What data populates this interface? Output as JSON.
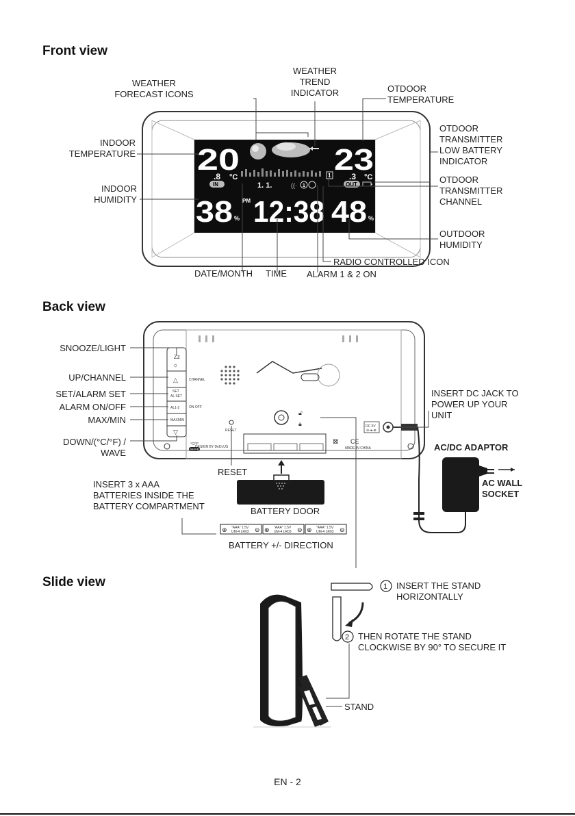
{
  "sections": {
    "front": "Front view",
    "back": "Back view",
    "slide": "Slide view"
  },
  "front_labels": {
    "forecast_icons": "WEATHER\nFORECAST ICONS",
    "trend_indicator": "WEATHER\nTREND\nINDICATOR",
    "outdoor_temp": "OTDOOR\nTEMPERATURE",
    "indoor_temp": "INDOOR\nTEMPERATURE",
    "low_battery": "OTDOOR\nTRANSMITTER\nLOW BATTERY\nINDICATOR",
    "indoor_humidity": "INDOOR\nHUMIDITY",
    "tx_channel": "OTDOOR\nTRANSMITTER\nCHANNEL",
    "outdoor_humidity": "OUTDOOR\nHUMIDITY",
    "radio_icon": "RADIO CONTROLLED ICON",
    "date_month": "DATE/MONTH",
    "time": "TIME",
    "alarm_on": "ALARM 1 & 2 ON"
  },
  "lcd": {
    "indoor_temp": "20",
    "indoor_temp_decimal": ".8",
    "outdoor_temp": "23",
    "outdoor_temp_decimal": ".3",
    "unit": "°C",
    "in_badge": "IN",
    "out_badge": "OUT",
    "indoor_humidity": "38",
    "outdoor_humidity": "48",
    "percent": "%",
    "pm": "PM",
    "clock": "12:38",
    "channel": "1",
    "alarm_badge": "1",
    "date": "1.   1."
  },
  "back_labels": {
    "snooze": "SNOOZE/LIGHT",
    "up_channel": "UP/CHANNEL",
    "set_alarm": "SET/ALARM SET",
    "alarm_onoff": "ALARM ON/OFF",
    "max_min": "MAX/MIN",
    "down_unit": "DOWN/(°C/°F) /\nWAVE",
    "dc_jack": "INSERT DC JACK TO\nPOWER UP YOUR\nUNIT",
    "adaptor": "AC/DC ADAPTOR",
    "wall_socket": "AC WALL\nSOCKET",
    "reset": "RESET",
    "insert_batteries": "INSERT 3 x AAA\nBATTERIES INSIDE THE\nBATTERY COMPARTMENT",
    "battery_door": "BATTERY DOOR",
    "battery_direction": "BATTERY +/- DIRECTION"
  },
  "back_panel": {
    "channel": "CHANNEL",
    "set": "SET",
    "al_set": "AL SET",
    "on_off": "ON OFF",
    "al12": "AL1-2",
    "maxmin": "MAXMIN",
    "unit_toggle": "°C/°F",
    "wave": "WAVE",
    "reset": "RESET",
    "design": "DESIGN BY DeDLUS",
    "made_in": "MADE IN CHINA",
    "dc": "DC 5V",
    "battery": "\"AAA\" 1.5V",
    "battery_type": "UM-4  LR03"
  },
  "slide_labels": {
    "step1_num": "1",
    "step1": "INSERT THE STAND\nHORIZONTALLY",
    "step2_num": "2",
    "step2": "THEN ROTATE THE STAND\nCLOCKWISE BY 90° TO SECURE IT",
    "stand": "STAND"
  },
  "footer": {
    "page": "EN - 2"
  }
}
